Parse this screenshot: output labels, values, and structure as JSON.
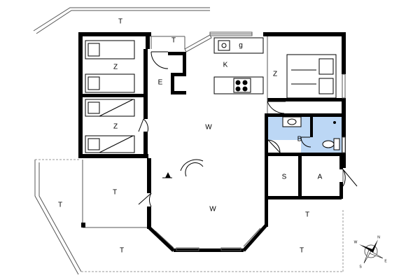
{
  "room_labels": {
    "terrace_top": "T",
    "terrace_entry": "T",
    "bedroom_1": "Z",
    "bedroom_2": "Z",
    "bedroom_3": "Z",
    "entrance": "E",
    "kitchen": "K",
    "storage_g": "g",
    "living_upper": "W",
    "living_lower": "W",
    "bathroom": "B",
    "storage_s": "S",
    "annex": "A",
    "terrace_left_outer": "T",
    "terrace_left_inner": "T",
    "terrace_bottom_left": "T",
    "terrace_bottom_right": "T",
    "terrace_right": "T"
  },
  "compass": {
    "n": "N",
    "s": "S",
    "e": "E",
    "w": "W"
  },
  "colors": {
    "wall": "#000000",
    "bathroom_fill": "#bcd7f5",
    "thin_line": "#555555",
    "dashed_line": "#999999"
  }
}
